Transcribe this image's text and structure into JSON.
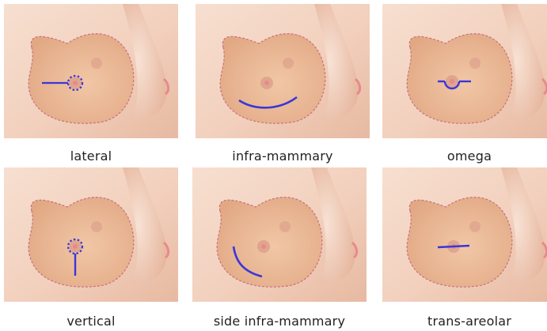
{
  "captions": {
    "lateral": "lateral",
    "infra_mammary": "infra-mammary",
    "omega": "omega",
    "vertical": "vertical",
    "side_infra_mammary": "side infra-mammary",
    "trans_areolar": "trans-areolar"
  },
  "colors": {
    "skin": "#f4d6c5",
    "skin_shadow": "#e2b29a",
    "implant": "#e9b894",
    "outline": "#c9717c",
    "areola": "#d99a88",
    "nipple": "#e8898c",
    "incision": "#3a36d8"
  }
}
